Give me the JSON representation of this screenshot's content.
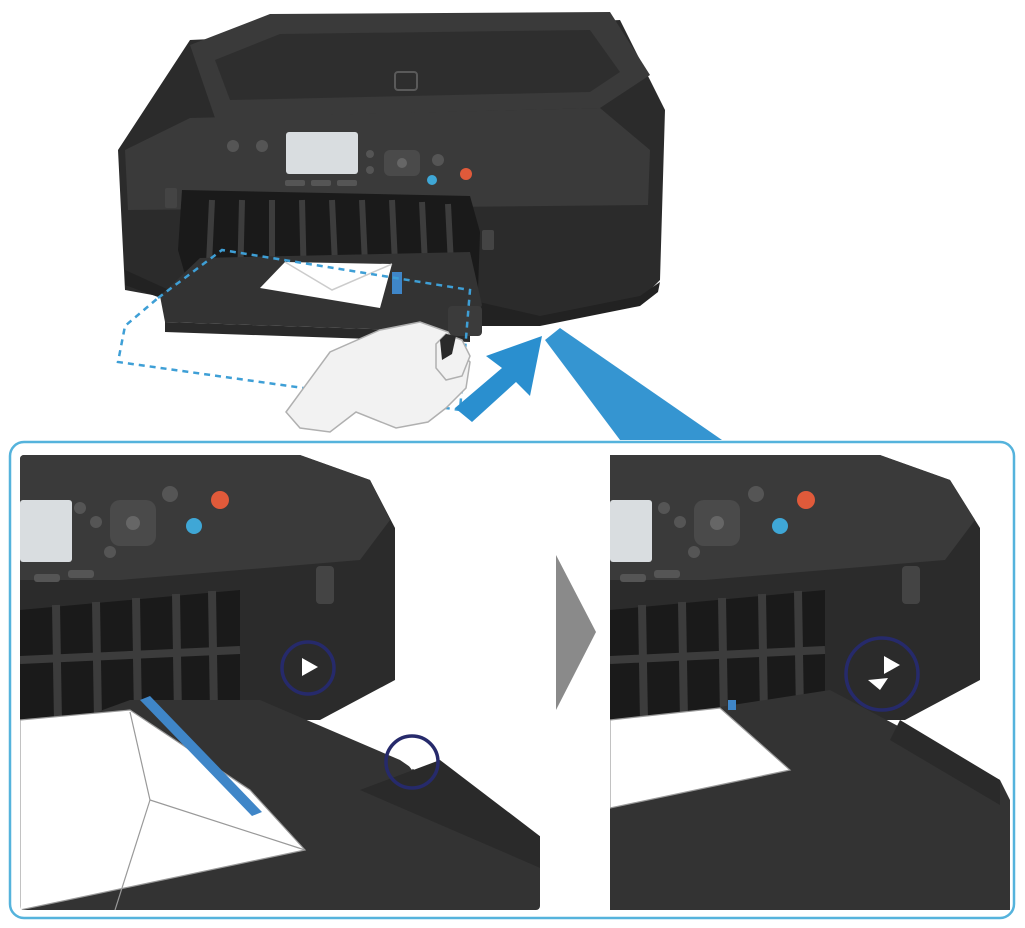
{
  "illustration": {
    "subject": "printer-cassette-insertion",
    "icons": [
      "printer-illustration",
      "hand-icon",
      "insert-arrow-icon",
      "zoom-callout",
      "step-arrow-icon",
      "alignment-mark-icon"
    ]
  },
  "colors": {
    "printer_body": "#2b2b2b",
    "printer_top": "#3a3a3a",
    "printer_edge": "#1a1a1a",
    "cassette": "#333333",
    "callout_border": "#55b3dc",
    "dashed_outline": "#3e9fd6",
    "insert_arrow": "#2a8fcf",
    "callout_ray": "#2a8fcf",
    "step_arrow": "#8a8a8a",
    "highlight_circle": "#262a6b",
    "paper": "#ffffff",
    "skin": "#f2f2f2",
    "led_orange": "#e05a3a",
    "led_blue": "#3fa7d6",
    "lcd": "#d9dde0",
    "guide_blue": "#3f86c8"
  }
}
